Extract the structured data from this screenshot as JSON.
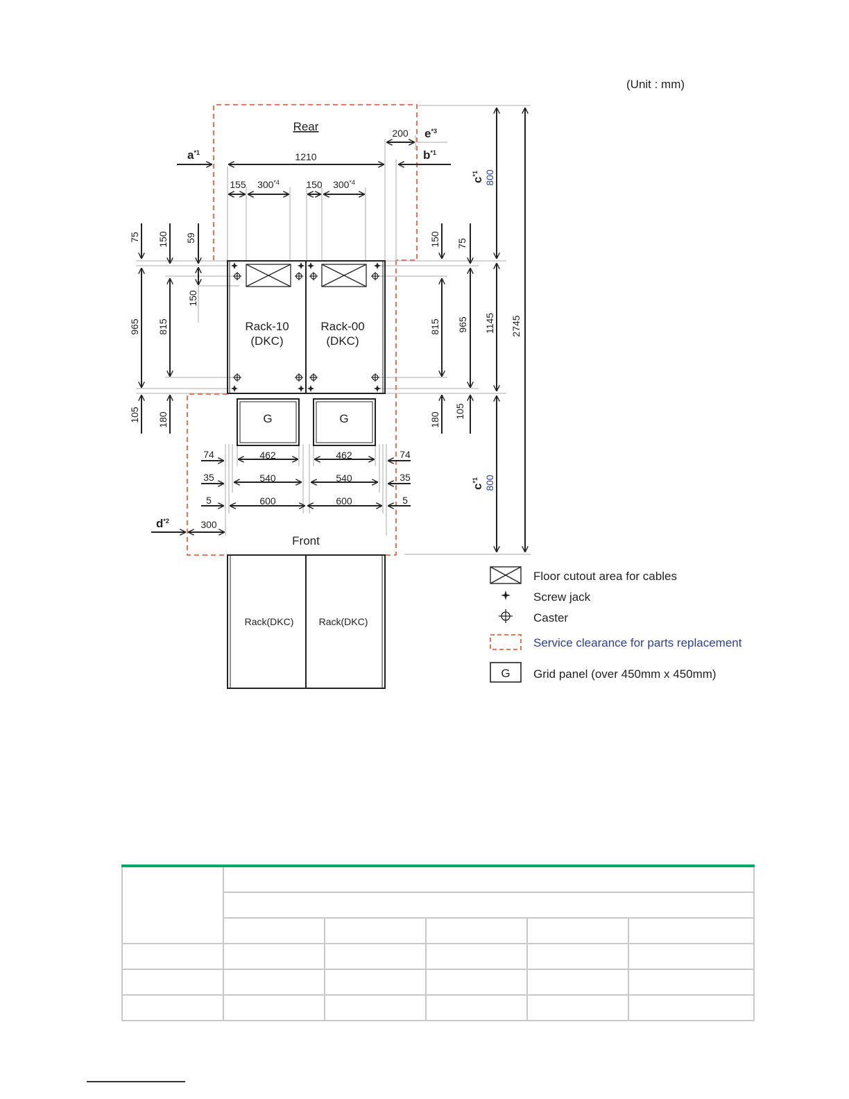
{
  "unit_label": "(Unit : mm)",
  "areas": {
    "rear": "Rear",
    "front": "Front"
  },
  "racks": {
    "rack10": [
      "Rack-10",
      "(DKC)"
    ],
    "rack00": [
      "Rack-00",
      "(DKC)"
    ],
    "lower": "Rack(DKC)",
    "grid_mark": "G"
  },
  "refs": {
    "a": "a",
    "a_sup": "*1",
    "b": "b",
    "b_sup": "*1",
    "c": "c",
    "c_sup": "*1",
    "d": "d",
    "d_sup": "*2",
    "e": "e",
    "e_sup": "*3",
    "n4_sup": "*4"
  },
  "dims": {
    "total_width": "1210",
    "e_gap": "200",
    "side_offset_left": "155",
    "cutout_width": "300",
    "side_offset_mid": "150",
    "rear_depth": "800",
    "front_depth": "800",
    "total_depth": "2745",
    "rack_depth_total": "1145",
    "top_offset_75": "75",
    "top_offset_150": "150",
    "top_offset_59": "59",
    "inner_150": "150",
    "rack_965": "965",
    "caster_815": "815",
    "bottom_105": "105",
    "bottom_180": "180",
    "grid_462": "462",
    "side_74": "74",
    "side_540": "540",
    "side_35": "35",
    "rack_600": "600",
    "side_5": "5",
    "d_300": "300"
  },
  "legend": {
    "cutout": "Floor cutout area for cables",
    "screw_jack": "Screw jack",
    "caster": "Caster",
    "clearance": "Service clearance for parts replacement",
    "grid": "Grid panel (over 450mm x 450mm)",
    "grid_mark": "G"
  },
  "colors": {
    "clearance": "#e8603c",
    "blue_text": "#2b3f99",
    "table_accent": "#00a86b"
  }
}
